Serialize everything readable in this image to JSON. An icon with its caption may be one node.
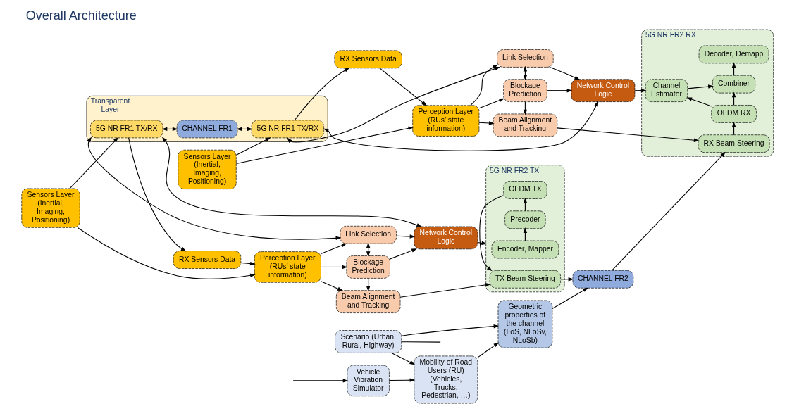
{
  "diagram": {
    "title": "Overall Architecture",
    "nodes": [
      {
        "text": [
          "Transparent Layer"
        ]
      },
      {
        "text": [
          "5G NR FR1 TX/RX"
        ],
        "in": 0
      },
      {
        "text": [
          "CHANNEL FR1"
        ],
        "in": 0
      },
      {
        "text": [
          "5G NR FR1 TX/RX"
        ],
        "in": 0
      },
      {
        "text": [
          "Sensors Layer (Inertial, Imaging, Positioning)"
        ]
      },
      {
        "text": [
          "RX Sensors Data"
        ]
      },
      {
        "text": [
          "Perception Layer (RUs’ state information)"
        ]
      },
      {
        "text": [
          "Link Selection"
        ]
      },
      {
        "text": [
          "Blockage Prediction"
        ]
      },
      {
        "text": [
          "Beam Alignment and Tracking"
        ]
      },
      {
        "text": [
          "Network Control Logic"
        ]
      },
      {
        "text": [
          "5G NR FR2 TX"
        ]
      },
      {
        "text": [
          "Encoder, Mapper"
        ],
        "in": 11
      },
      {
        "text": [
          "Precoder"
        ],
        "in": 11
      },
      {
        "text": [
          "OFDM TX"
        ],
        "in": 11
      },
      {
        "text": [
          "TX Beam Steering"
        ],
        "in": 11
      },
      {
        "text": [
          "CHANNEL FR2"
        ]
      },
      {
        "text": [
          "5G NR FR2 RX"
        ]
      },
      {
        "text": [
          "Decoder, Demapp"
        ],
        "in": 17
      },
      {
        "text": [
          "Combiner"
        ],
        "in": 17
      },
      {
        "text": [
          "Channel Estimator"
        ],
        "in": 17
      },
      {
        "text": [
          "OFDM RX"
        ],
        "in": 17
      },
      {
        "text": [
          "RX Beam Steering"
        ],
        "in": 17
      },
      {
        "text": [
          "Network Control Logic"
        ]
      },
      {
        "text": [
          "Link Selection"
        ]
      },
      {
        "text": [
          "Blockage Prediction"
        ]
      },
      {
        "text": [
          "Beam Alignment and Tracking"
        ]
      },
      {
        "text": [
          "Perception Layer (RUs’ state information)"
        ]
      },
      {
        "text": [
          "RX Sensors Data"
        ]
      },
      {
        "text": [
          "Sensors Layer (Inertial, Imaging, Positioning)"
        ]
      },
      {
        "text": [
          "Geometric properties of the channel (LoS, NLoSv, NLoSb)"
        ]
      },
      {
        "text": [
          "Scenario (Urban, Rural, Highway)"
        ]
      },
      {
        "text": [
          "Mobility of Road Users (RU) (Vehicles, Trucks, Pedestrian, …)"
        ]
      },
      {
        "text": [
          "Vehicle Vibration Simulator"
        ]
      }
    ],
    "edges": [
      {
        "from": 4,
        "to": 1,
        "arrow": "to"
      },
      {
        "from": 1,
        "to": 5,
        "arrow": "to"
      },
      {
        "from": 5,
        "to": 6,
        "arrow": "to"
      },
      {
        "from": 4,
        "to": 6,
        "arrow": "to"
      },
      {
        "from": 6,
        "to": 7,
        "arrow": "to"
      },
      {
        "from": 6,
        "to": 8,
        "arrow": "to"
      },
      {
        "from": 6,
        "to": 9,
        "arrow": "to"
      },
      {
        "from": 1,
        "to": 7,
        "arrow": "both"
      },
      {
        "from": 1,
        "to": 10,
        "arrow": "both"
      },
      {
        "from": 7,
        "to": 8,
        "arrow": "both"
      },
      {
        "from": 8,
        "to": 9,
        "arrow": "to"
      },
      {
        "from": 7,
        "to": 10,
        "arrow": "to"
      },
      {
        "from": 8,
        "to": 10,
        "arrow": "to"
      },
      {
        "from": 10,
        "to": 11,
        "arrow": "to"
      },
      {
        "from": 9,
        "to": 15,
        "arrow": "to"
      },
      {
        "from": 12,
        "to": 13,
        "arrow": "to"
      },
      {
        "from": 13,
        "to": 14,
        "arrow": "to"
      },
      {
        "from": 14,
        "to": 15,
        "arrow": "to"
      },
      {
        "from": 15,
        "to": 16,
        "arrow": "to"
      },
      {
        "from": 16,
        "to": 22,
        "arrow": "to"
      },
      {
        "from": 22,
        "to": 21,
        "arrow": "to"
      },
      {
        "from": 21,
        "to": 19,
        "arrow": "to"
      },
      {
        "from": 19,
        "to": 18,
        "arrow": "to"
      },
      {
        "from": 20,
        "to": 19,
        "arrow": "to"
      },
      {
        "from": 21,
        "to": 20,
        "arrow": "to"
      },
      {
        "from": 1,
        "to": 2,
        "arrow": "both"
      },
      {
        "from": 2,
        "to": 3,
        "arrow": "both"
      },
      {
        "from": 23,
        "to": 20,
        "arrow": "to"
      },
      {
        "from": 26,
        "to": 22,
        "arrow": "to"
      },
      {
        "from": 3,
        "to": 23,
        "arrow": "both"
      },
      {
        "from": 3,
        "to": 24,
        "arrow": "both"
      },
      {
        "from": 24,
        "to": 23,
        "arrow": "to"
      },
      {
        "from": 25,
        "to": 23,
        "arrow": "to"
      },
      {
        "from": 24,
        "to": 25,
        "arrow": "both"
      },
      {
        "from": 25,
        "to": 26,
        "arrow": "to"
      },
      {
        "from": 27,
        "to": 24,
        "arrow": "to"
      },
      {
        "from": 27,
        "to": 25,
        "arrow": "to"
      },
      {
        "from": 27,
        "to": 26,
        "arrow": "to"
      },
      {
        "from": 28,
        "to": 27,
        "arrow": "to"
      },
      {
        "from": 29,
        "to": 27,
        "arrow": "to"
      },
      {
        "from": 3,
        "to": 28,
        "arrow": "to"
      },
      {
        "from": 29,
        "to": 3,
        "arrow": "to"
      },
      {
        "from": 30,
        "to": 16,
        "arrow": "to"
      },
      {
        "from": 31,
        "to": 30,
        "arrow": "to"
      },
      {
        "from": 32,
        "to": 30,
        "arrow": "to"
      },
      {
        "from": 31,
        "to": 32,
        "arrow": "to"
      },
      {
        "from": 33,
        "to": 32,
        "arrow": "to"
      },
      {
        "from": null,
        "to": 33,
        "arrow": "to"
      },
      {
        "from": 31,
        "to": null,
        "arrow": "none"
      }
    ]
  }
}
